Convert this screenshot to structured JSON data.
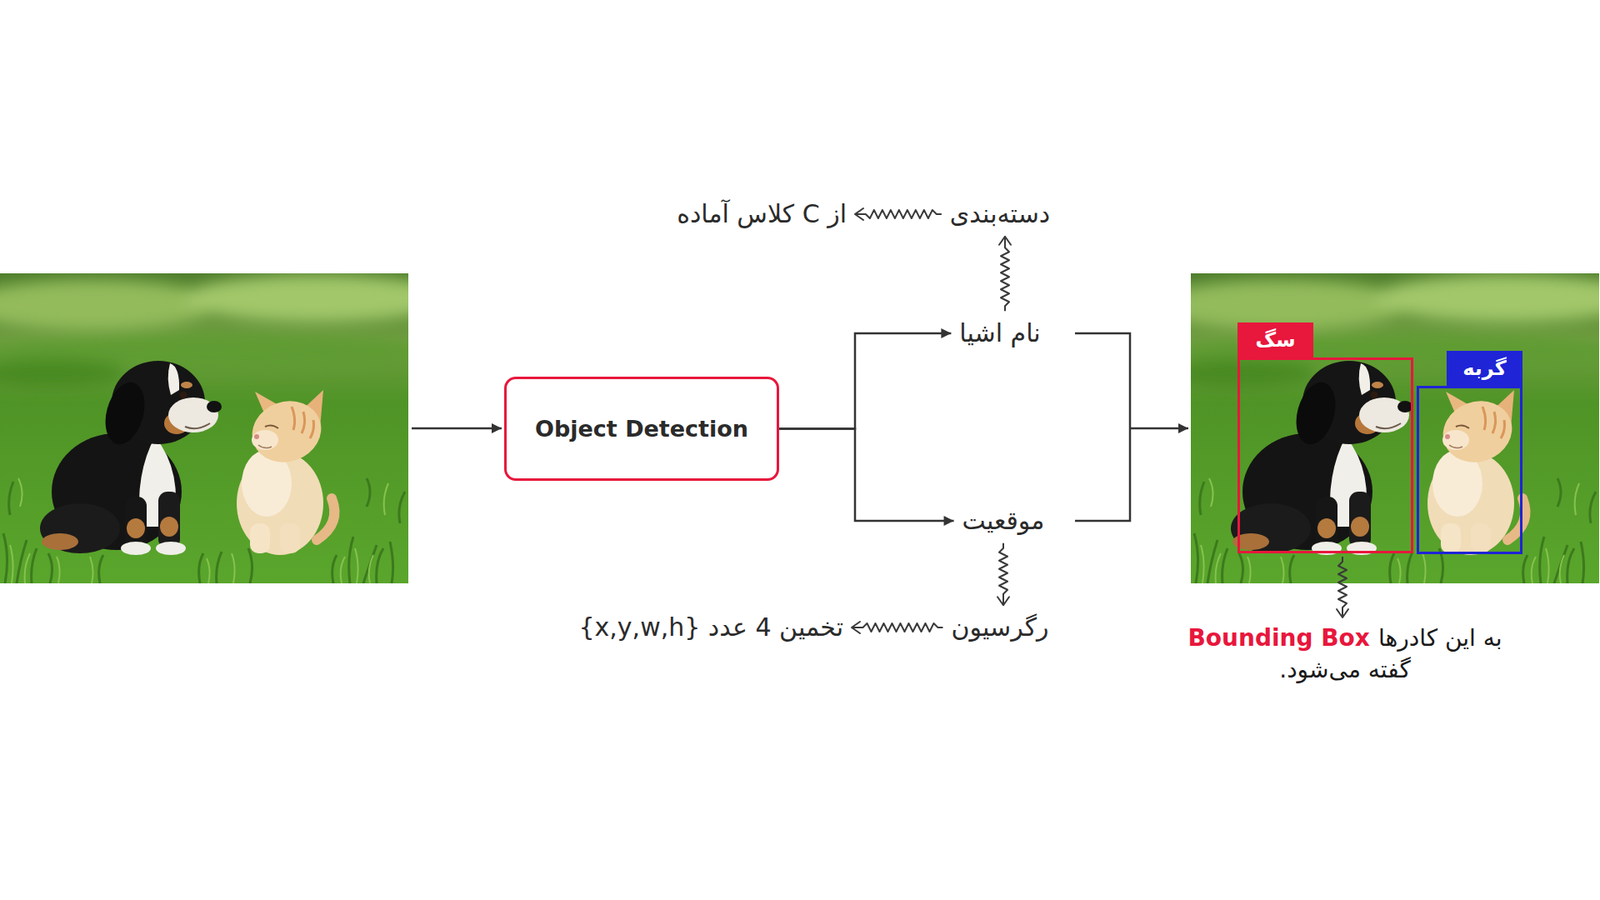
{
  "diagram": {
    "nodes": [
      {
        "text": [
          "Object Detection"
        ]
      },
      {
        "text": [
          "نام اشیا"
        ]
      },
      {
        "text": [
          "دسته‌بندی"
        ]
      },
      {
        "text": [
          "از C کلاس آماده"
        ]
      },
      {
        "text": [
          "موقعیت"
        ]
      },
      {
        "text": [
          "رگرسیون"
        ]
      },
      {
        "text": [
          "تخمین 4 عدد {x,y,w,h}"
        ]
      },
      {
        "text": [
          "سگ"
        ]
      },
      {
        "text": [
          "گربه"
        ]
      },
      {
        "text": [
          "به این کادرها",
          "Bounding Box",
          "گفته می‌شود."
        ]
      }
    ],
    "edges": [
      {
        "from": 0,
        "to": 1,
        "arrow": "to"
      },
      {
        "from": 0,
        "to": 4,
        "arrow": "to"
      },
      {
        "from": 1,
        "to": 2,
        "arrow": "to"
      },
      {
        "from": 2,
        "to": 3,
        "arrow": "to"
      },
      {
        "from": 4,
        "to": 5,
        "arrow": "to"
      },
      {
        "from": 5,
        "to": 6,
        "arrow": "to"
      },
      {
        "from": 7,
        "to": 9,
        "arrow": "to"
      }
    ]
  }
}
